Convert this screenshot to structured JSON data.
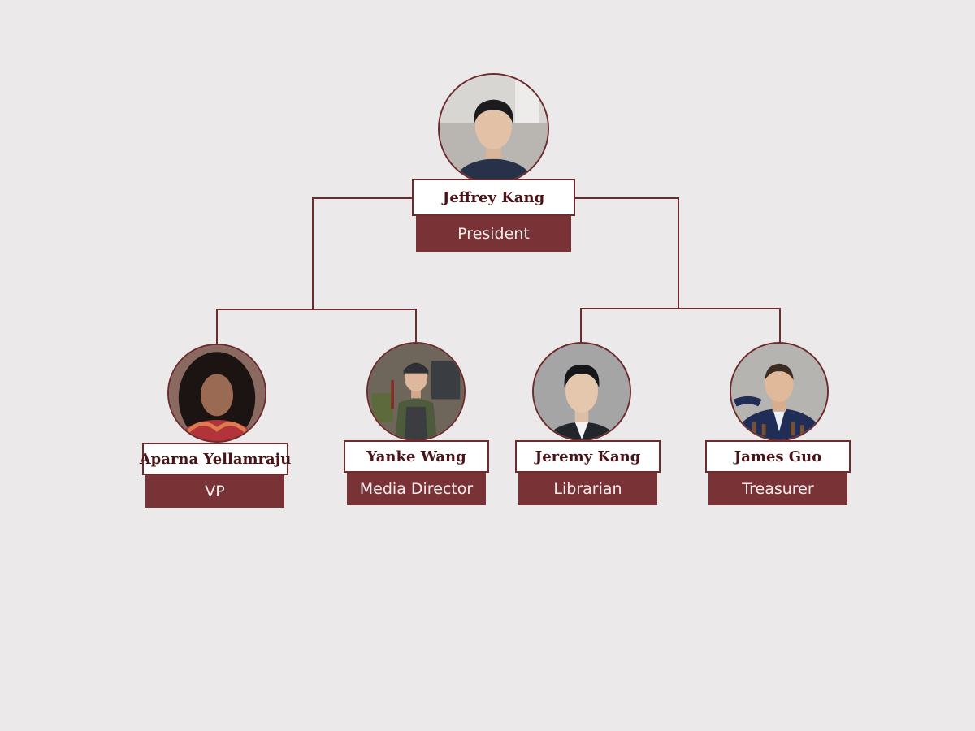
{
  "colors": {
    "background": "#ebe9e9",
    "accent": "#793236",
    "line": "#6d2b2e",
    "name_text": "#4a1416",
    "role_text": "#f4eded"
  },
  "org": {
    "president": {
      "name": "Jeffrey Kang",
      "role": "President",
      "photo": "portrait-photo"
    },
    "members": [
      {
        "name": "Aparna Yellamraju",
        "role": "VP",
        "photo": "portrait-photo"
      },
      {
        "name": "Yanke Wang",
        "role": "Media Director",
        "photo": "portrait-photo"
      },
      {
        "name": "Jeremy Kang",
        "role": "Librarian",
        "photo": "portrait-photo"
      },
      {
        "name": "James Guo",
        "role": "Treasurer",
        "photo": "portrait-photo"
      }
    ]
  }
}
